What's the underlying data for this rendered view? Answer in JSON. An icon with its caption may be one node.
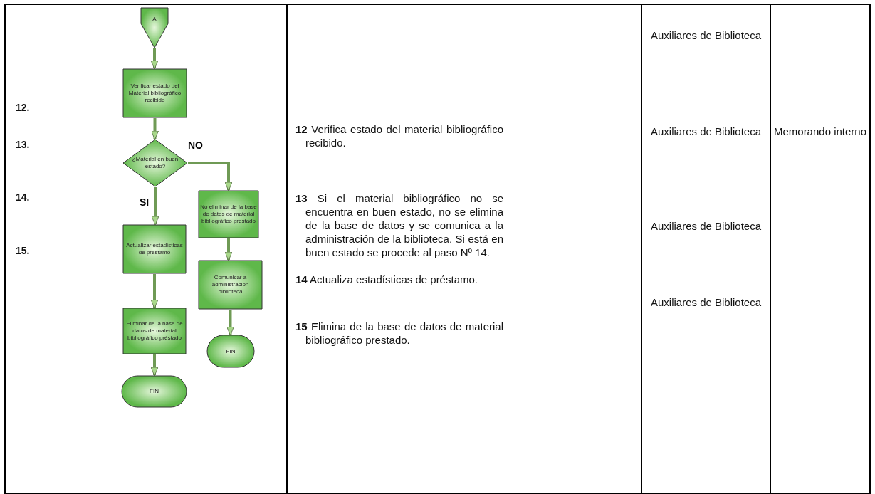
{
  "diagram": {
    "nodes": [
      {
        "text": [
          "A"
        ]
      },
      {
        "text": [
          "Verificar estado del Material bibliográfico recibido"
        ]
      },
      {
        "text": [
          "¿Material en buen estado?"
        ]
      },
      {
        "text": [
          "Actualizar estadísticas de préstamo"
        ]
      },
      {
        "text": [
          "Eliminar de la base de datos de material bibliográfico préstado"
        ]
      },
      {
        "text": [
          "FIN"
        ]
      },
      {
        "text": [
          "No eliminar de la base de datos de material bibliográfico prestado"
        ]
      },
      {
        "text": [
          "Comunicar a administración biblioteca"
        ]
      },
      {
        "text": [
          "FIN"
        ]
      }
    ],
    "edges": [
      {
        "from": 0,
        "to": 1,
        "arrow": "to"
      },
      {
        "from": 1,
        "to": 2,
        "arrow": "to"
      },
      {
        "from": 2,
        "to": 3,
        "arrow": "to",
        "label": "SI"
      },
      {
        "from": 3,
        "to": 4,
        "arrow": "to"
      },
      {
        "from": 4,
        "to": 5,
        "arrow": "to"
      },
      {
        "from": 2,
        "to": 6,
        "arrow": "to",
        "label": "NO"
      },
      {
        "from": 6,
        "to": 7,
        "arrow": "to"
      },
      {
        "from": 7,
        "to": 8,
        "arrow": "to"
      }
    ],
    "labels": [
      "12.",
      "13.",
      "14.",
      "15.",
      "**12** Verifica estado del material bibliográfico recibido.",
      "**13** Si el material bibliográfico no se encuentra en buen estado, no se elimina de la base de datos y se comunica a la administración de la biblioteca. Si está en buen estado se procede al paso Nº 14.",
      "**14** Actualiza estadísticas de préstamo.",
      "**15** Elimina de la base de datos de material bibliográfico prestado.",
      "Auxiliares de Biblioteca",
      "Auxiliares de Biblioteca",
      "Auxiliares de Biblioteca",
      "Auxiliares de Biblioteca",
      "Memorando interno"
    ]
  }
}
